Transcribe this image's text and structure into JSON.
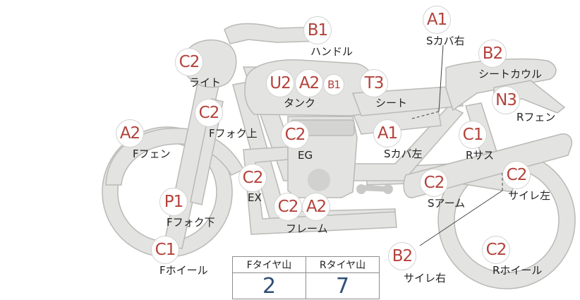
{
  "parts": [
    {
      "id": "handle",
      "grade": "B1",
      "label": "ハンドル"
    },
    {
      "id": "light",
      "grade": "C2",
      "label": "ライト"
    },
    {
      "id": "tank",
      "grades": [
        "U2",
        "A2",
        "B1"
      ],
      "label": "タンク"
    },
    {
      "id": "seat",
      "grade": "T3",
      "label": "シート"
    },
    {
      "id": "s-cover-right",
      "grade": "A1",
      "label": "Sカバ右"
    },
    {
      "id": "seat-cowl",
      "grade": "B2",
      "label": "シートカウル"
    },
    {
      "id": "r-fender",
      "grade": "N3",
      "label": "Rフェン"
    },
    {
      "id": "f-fork-upper",
      "grade": "C2",
      "label": "Fフォク上"
    },
    {
      "id": "f-fender",
      "grade": "A2",
      "label": "Fフェン"
    },
    {
      "id": "engine",
      "grade": "C2",
      "label": "EG"
    },
    {
      "id": "s-cover-left",
      "grade": "A1",
      "label": "Sカバ左"
    },
    {
      "id": "r-suspension",
      "grade": "C1",
      "label": "Rサス"
    },
    {
      "id": "exhaust",
      "grade": "C2",
      "label": "EX"
    },
    {
      "id": "f-fork-lower",
      "grade": "P1",
      "label": "Fフォク下"
    },
    {
      "id": "frame",
      "grades": [
        "C2",
        "A2"
      ],
      "label": "フレーム"
    },
    {
      "id": "swing-arm",
      "grade": "C2",
      "label": "Sアーム"
    },
    {
      "id": "muffler-left",
      "grade": "C2",
      "label": "サイレ左"
    },
    {
      "id": "muffler-right",
      "grade": "B2",
      "label": "サイレ右"
    },
    {
      "id": "f-wheel",
      "grade": "C1",
      "label": "Fホイール"
    },
    {
      "id": "r-wheel",
      "grade": "C2",
      "label": "Rホイール"
    }
  ],
  "tread": {
    "front_header": "Fタイヤ山",
    "rear_header": "Rタイヤ山",
    "front_value": "2",
    "rear_value": "7"
  },
  "colors": {
    "grade_text": "#b3423a",
    "bike_fill": "#e3e4e1",
    "tread_value": "#2f4f77"
  }
}
